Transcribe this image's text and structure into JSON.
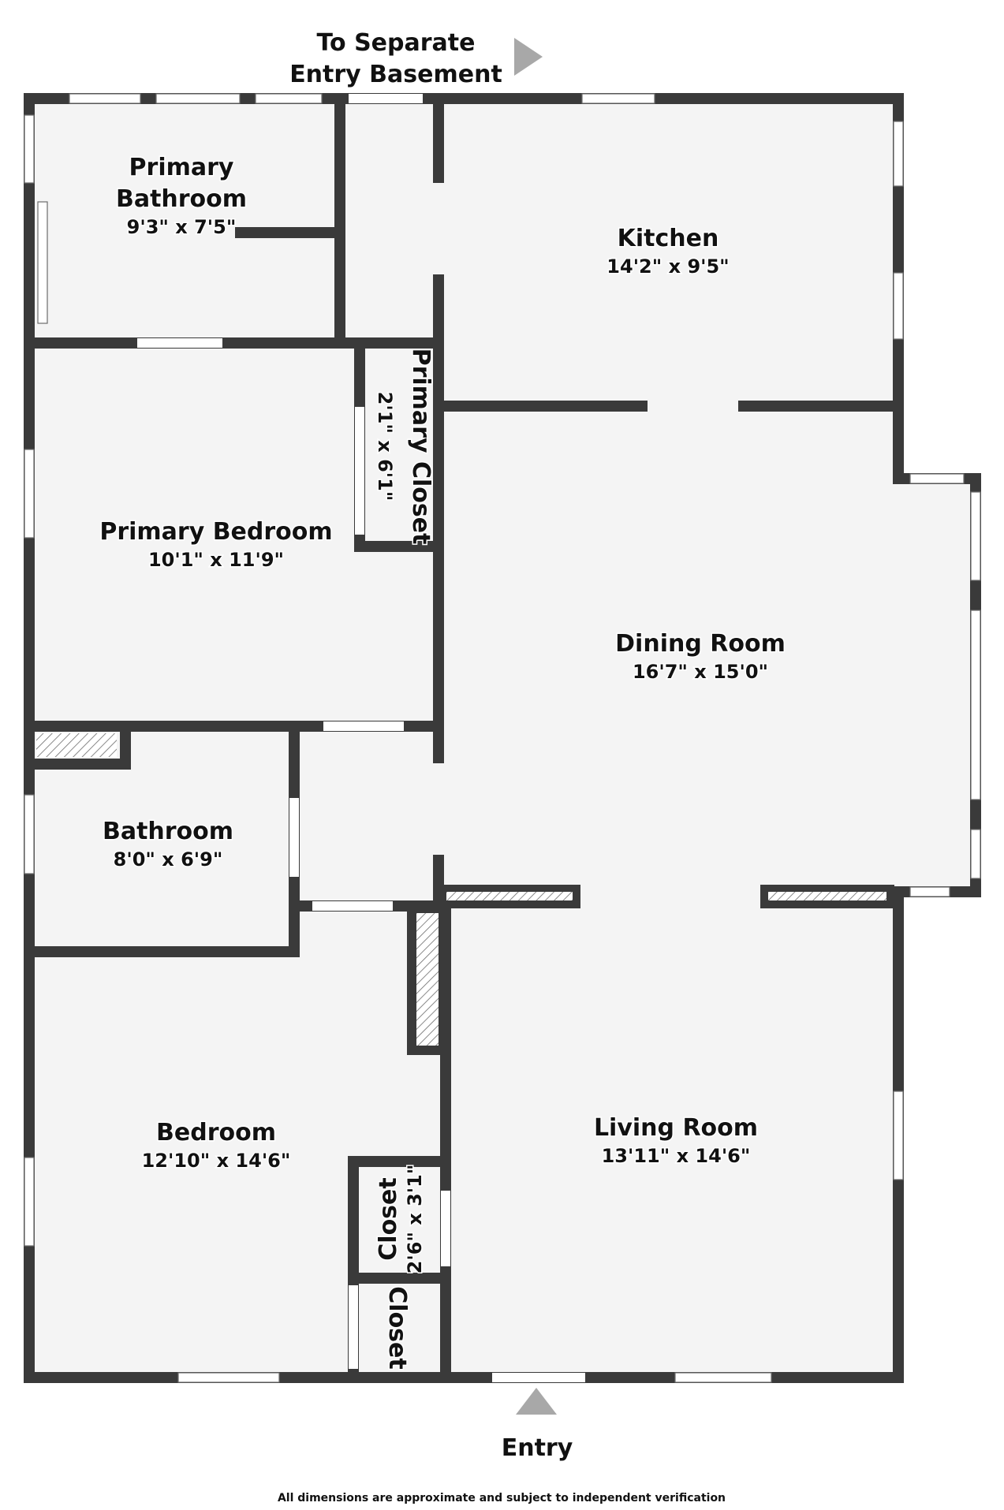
{
  "colors": {
    "wall": "#3a3a3a",
    "floor": "#f4f4f4",
    "arrow": "#a8a8a8",
    "text": "#111111"
  },
  "labels": {
    "top_line1": "To Separate",
    "top_line2": "Entry Basement",
    "entry": "Entry",
    "footer": "All dimensions are approximate and subject to independent verification"
  },
  "rooms": {
    "primary_bathroom": {
      "name_line1": "Primary",
      "name_line2": "Bathroom",
      "dims": "9'3\" x 7'5\""
    },
    "kitchen": {
      "name": "Kitchen",
      "dims": "14'2\" x 9'5\""
    },
    "primary_closet": {
      "name": "Primary Closet",
      "dims": "2'1\" x 6'1\""
    },
    "primary_bedroom": {
      "name": "Primary Bedroom",
      "dims": "10'1\" x 11'9\""
    },
    "dining_room": {
      "name": "Dining Room",
      "dims": "16'7\" x 15'0\""
    },
    "bathroom": {
      "name": "Bathroom",
      "dims": "8'0\" x 6'9\""
    },
    "bedroom": {
      "name": "Bedroom",
      "dims": "12'10\" x 14'6\""
    },
    "living_room": {
      "name": "Living Room",
      "dims": "13'11\" x 14'6\""
    },
    "closet_upper": {
      "name": "Closet",
      "dims": "2'6\" x 3'1\""
    },
    "closet_lower": {
      "name": "Closet"
    }
  }
}
